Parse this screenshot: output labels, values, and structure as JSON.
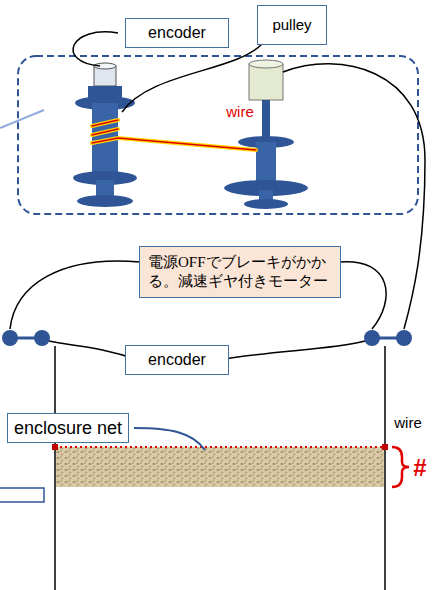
{
  "diagram": {
    "nodes": [
      {
        "text": [
          "encoder"
        ]
      },
      {
        "text": [
          "pulley"
        ]
      },
      {
        "text": [
          "電源OFFでブレーキがかかる。減速ギヤ付きモーター"
        ]
      },
      {
        "text": [
          "encoder"
        ]
      },
      {
        "text": [
          "enclosure net"
        ]
      }
    ],
    "labels": [
      "wire",
      "wire",
      "#"
    ]
  }
}
